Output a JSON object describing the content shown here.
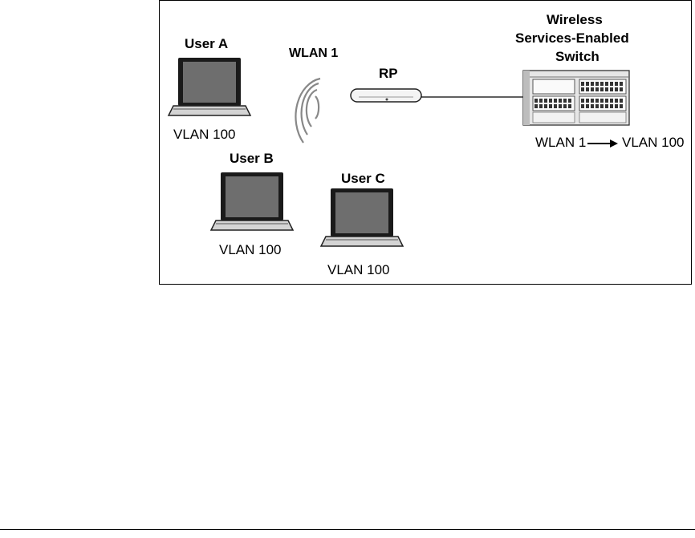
{
  "users": [
    {
      "name": "User A",
      "vlan": "VLAN 100"
    },
    {
      "name": "User B",
      "vlan": "VLAN 100"
    },
    {
      "name": "User C",
      "vlan": "VLAN 100"
    }
  ],
  "wlan_label": "WLAN 1",
  "rp_label": "RP",
  "switch": {
    "title_line1": "Wireless",
    "title_line2": "Services-Enabled",
    "title_line3": "Switch"
  },
  "mapping": {
    "from": "WLAN 1",
    "to": "VLAN 100"
  },
  "colors": {
    "frame": "#000000",
    "laptop_screen": "#6e6e6e",
    "laptop_body": "#d4d4d4",
    "switch_body": "#e6e6e6"
  }
}
